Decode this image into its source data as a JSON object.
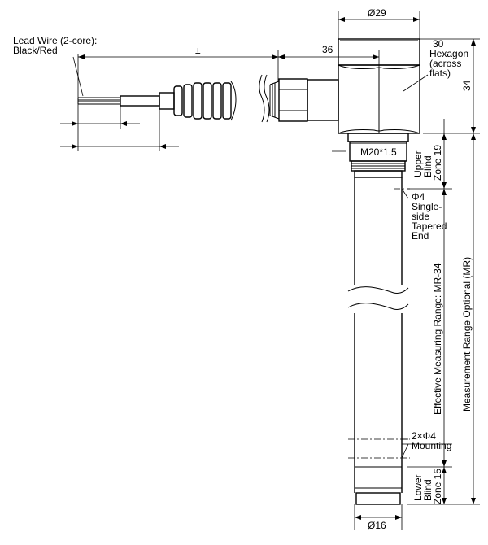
{
  "labels": {
    "lead_wire_line1": "Lead Wire (2-core):",
    "lead_wire_line2": "Black/Red",
    "plus_minus": "±",
    "dim_36": "36",
    "dia_29": "Ø29",
    "hexagon_line1": "30",
    "hexagon_line2": "Hexagon",
    "hexagon_line3": "(across",
    "hexagon_line4": "flats)",
    "dim_34": "34",
    "thread": "M20*1.5",
    "upper_blind": [
      "Upper",
      "Blind",
      "Zone 19"
    ],
    "phi4_tapered": [
      "Φ4",
      "Single-",
      "side",
      "Tapered",
      "End"
    ],
    "effective_range": "Effective Measuring Range: MR-34",
    "measurement_range": "Measurement Range Optional (MR)",
    "mounting": [
      "2×Φ4",
      "Mounting"
    ],
    "lower_blind": [
      "Lower",
      "Blind",
      "Zone 15"
    ],
    "dia_16": "Ø16"
  }
}
